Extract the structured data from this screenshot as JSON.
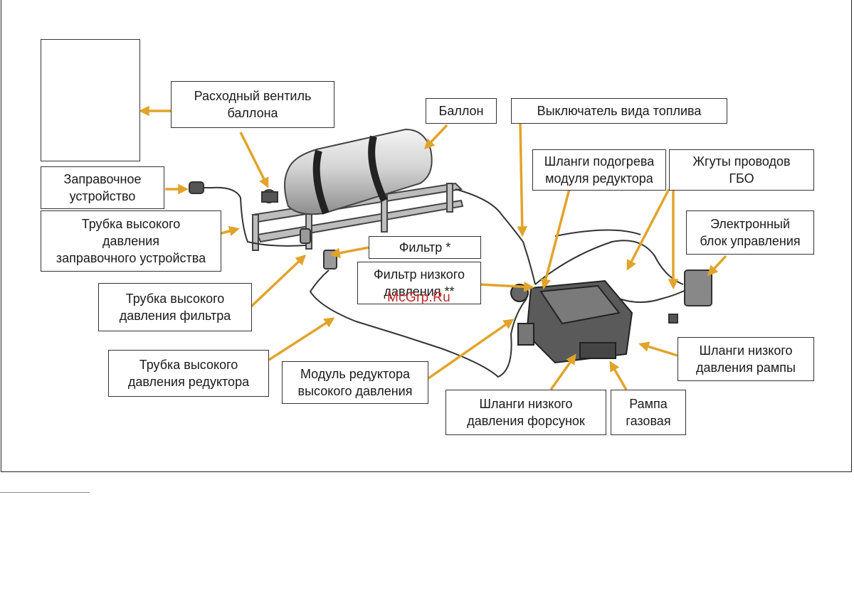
{
  "labels": {
    "valve": [
      "Расходный вентиль",
      "баллона"
    ],
    "tank": [
      "Баллон"
    ],
    "fuel_switch": [
      "Выключатель вида топлива"
    ],
    "filler": [
      "Заправочное",
      "устройство"
    ],
    "hp_tube_filler": [
      "Трубка высокого",
      "давления",
      "заправочного устройства"
    ],
    "heating_hoses": [
      "Шланги подогрева",
      "модуля редуктора"
    ],
    "wire_harness": [
      "Жгуты проводов",
      "ГБО"
    ],
    "ecu": [
      "Электронный",
      "блок управления"
    ],
    "filter": [
      "Фильтр *"
    ],
    "lp_filter": [
      "Фильтр низкого",
      "давления **"
    ],
    "hp_tube_filter": [
      "Трубка высокого",
      "давления фильтра"
    ],
    "hp_tube_reducer": [
      "Трубка высокого",
      "давления редуктора"
    ],
    "reducer_module": [
      "Модуль редуктора",
      "высокого давления"
    ],
    "lp_injector_hoses": [
      "Шланги низкого",
      "давления форсунок"
    ],
    "gas_rail": [
      "Рампа",
      "газовая"
    ],
    "lp_rail_hoses": [
      "Шланги низкого",
      "давления рампы"
    ]
  },
  "watermark": "McGrp.Ru",
  "colors": {
    "arrow": "#e2a32a",
    "line": "#333333",
    "metal": "#c9c9c9"
  }
}
